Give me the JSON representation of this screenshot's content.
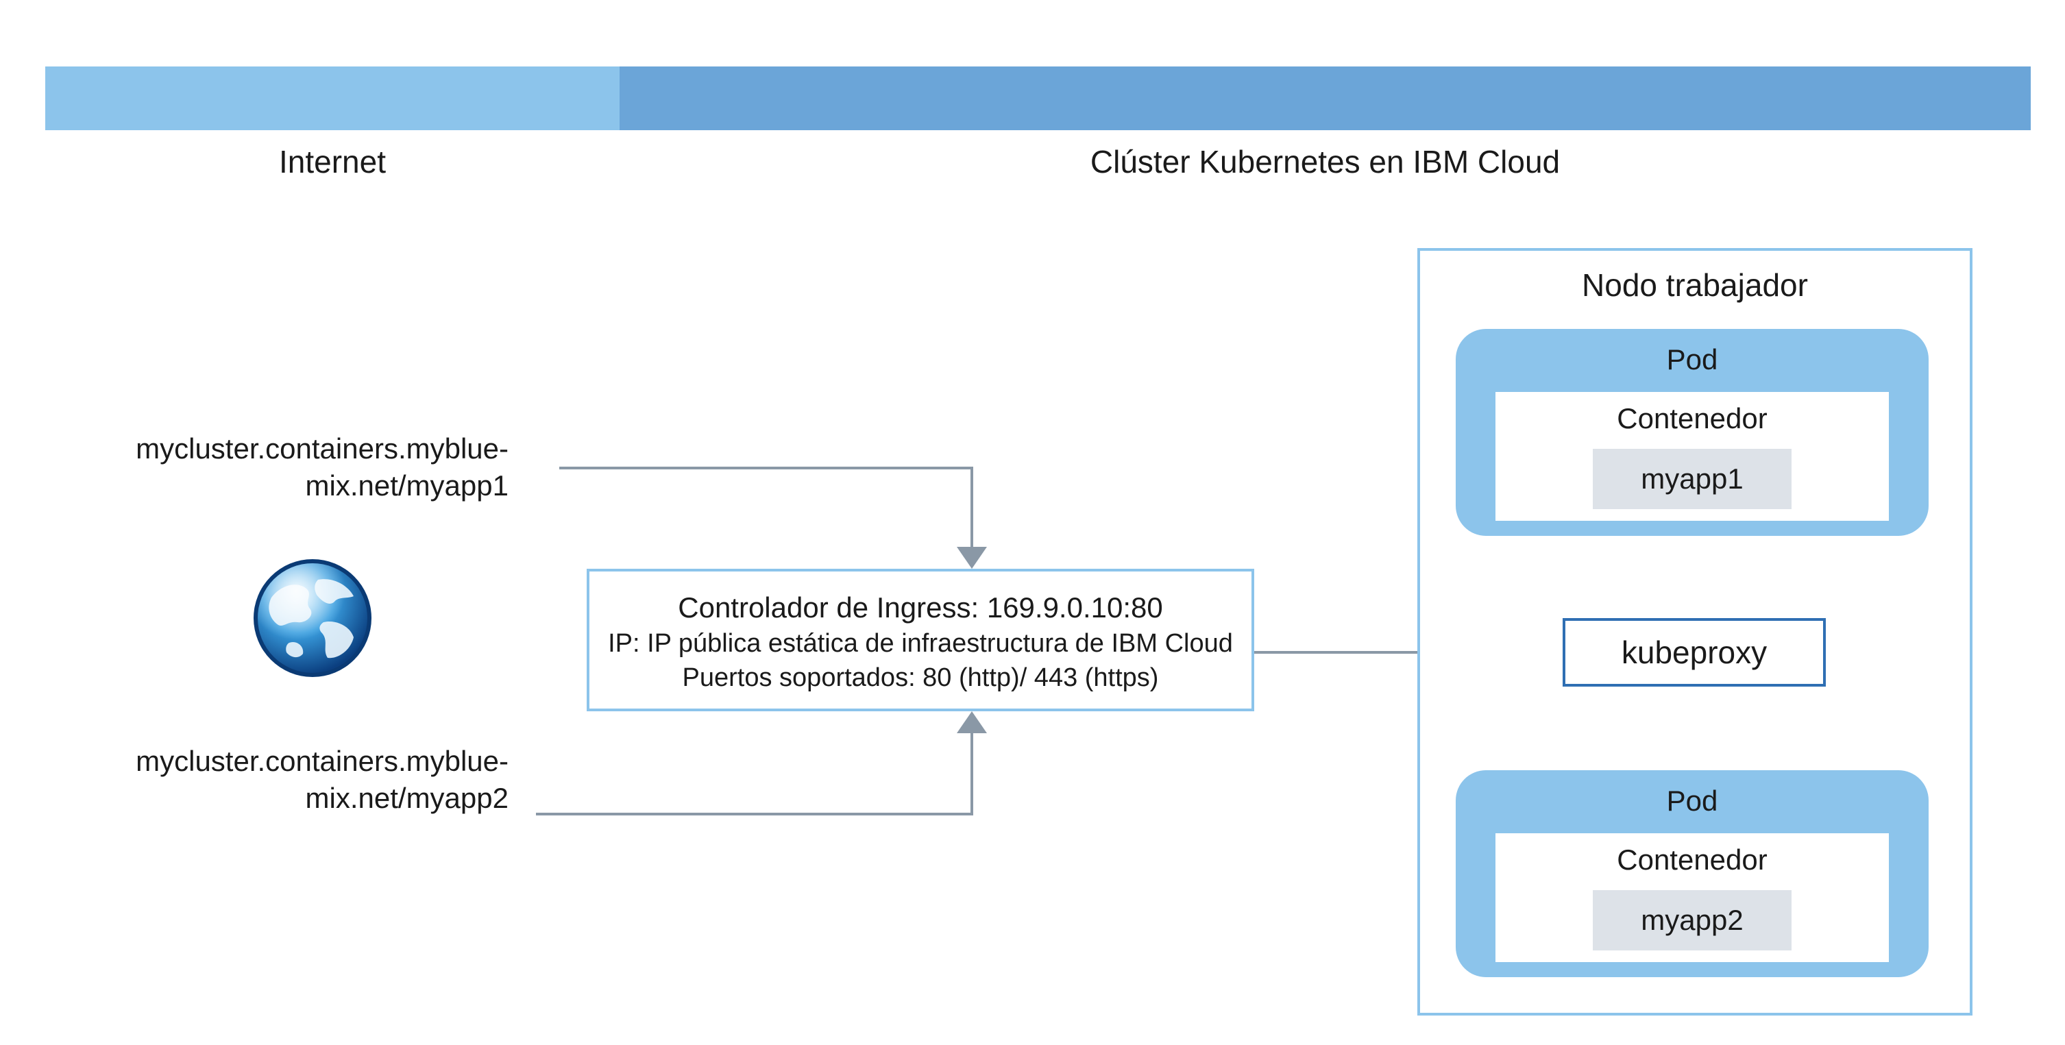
{
  "zones": {
    "internet": "Internet",
    "cluster": "Clúster Kubernetes en IBM Cloud"
  },
  "urls": [
    {
      "line1": "mycluster.containers.myblue-",
      "line2": "mix.net/myapp1"
    },
    {
      "line1": "mycluster.containers.myblue-",
      "line2": "mix.net/myapp2"
    }
  ],
  "ingress": {
    "title": "Controlador de Ingress: 169.9.0.10:80",
    "ip": "IP: IP pública estática de infraestructura de IBM Cloud",
    "ports": "Puertos soportados: 80 (http)/ 443 (https)"
  },
  "worker_node": {
    "title": "Nodo trabajador",
    "kubeproxy": "kubeproxy",
    "pods": [
      {
        "label": "Pod",
        "container": "Contenedor",
        "app": "myapp1"
      },
      {
        "label": "Pod",
        "container": "Contenedor",
        "app": "myapp2"
      }
    ]
  },
  "icons": {
    "globe": "globe-icon"
  },
  "colors": {
    "internet_bar": "#8cc4eb",
    "cluster_bar": "#6ba5d8",
    "box_border": "#8cc4eb",
    "kubeproxy_border": "#2f6fb3",
    "arrow": "#8a98a6",
    "app_chip": "#dde2e8"
  }
}
